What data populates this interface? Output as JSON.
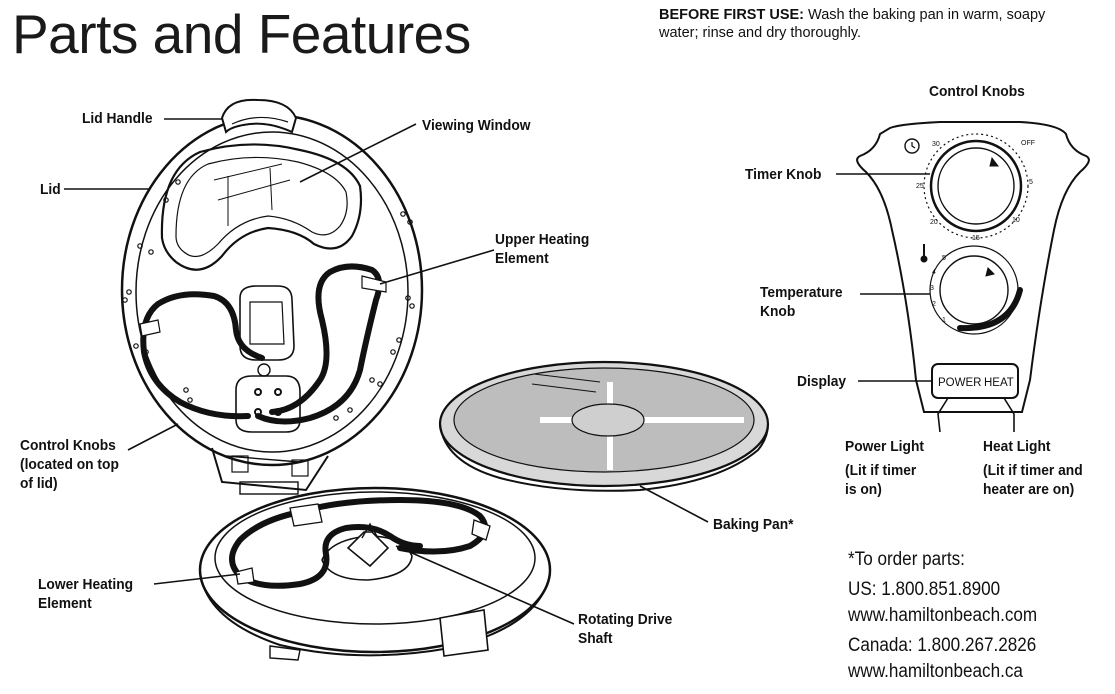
{
  "page": {
    "title": "Parts and Features",
    "before_first_use_label": "BEFORE FIRST USE:",
    "before_first_use_text": " Wash the baking pan in warm, soapy water; rinse and dry thoroughly."
  },
  "labels": {
    "lid_handle": "Lid Handle",
    "lid": "Lid",
    "viewing_window": "Viewing Window",
    "upper_heating_element_1": "Upper Heating",
    "upper_heating_element_2": "Element",
    "control_knobs_1": "Control Knobs",
    "control_knobs_2": "(located on top",
    "control_knobs_3": "of lid)",
    "lower_heating_element_1": "Lower Heating",
    "lower_heating_element_2": "Element",
    "rotating_drive_shaft_1": "Rotating Drive",
    "rotating_drive_shaft_2": "Shaft",
    "baking_pan": "Baking Pan*"
  },
  "control_panel": {
    "heading": "Control Knobs",
    "timer_knob": "Timer Knob",
    "temperature_knob_1": "Temperature",
    "temperature_knob_2": "Knob",
    "display": "Display",
    "power_light": "Power Light",
    "power_light_note_1": "(Lit if timer",
    "power_light_note_2": "is on)",
    "heat_light": "Heat Light",
    "heat_light_note_1": "(Lit if timer and",
    "heat_light_note_2": "heater are on)",
    "display_power": "POWER",
    "display_heat": "HEAT",
    "timer_marks": [
      "30",
      "OFF",
      "5",
      "10",
      "15",
      "20",
      "25"
    ],
    "temp_marks": [
      "5",
      "4",
      "3",
      "2",
      "1"
    ]
  },
  "order_info": {
    "line1": "*To order parts:",
    "us": "US: 1.800.851.8900",
    "us_web": "www.hamiltonbeach.com",
    "canada": "Canada: 1.800.267.2826",
    "canada_web": "www.hamiltonbeach.ca"
  }
}
